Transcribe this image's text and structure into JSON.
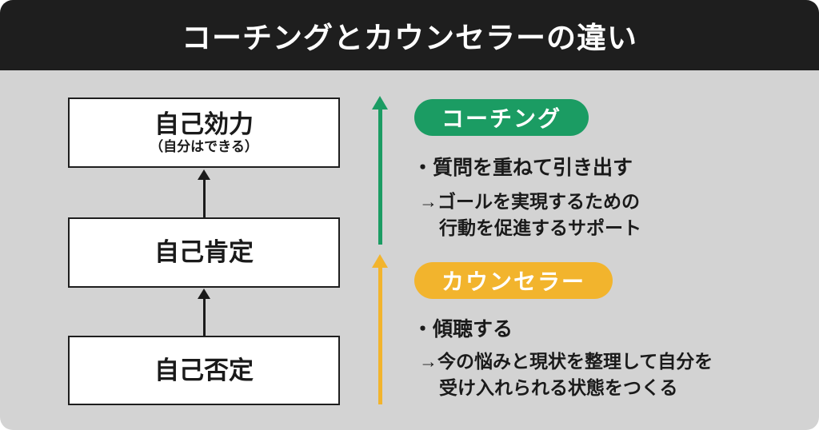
{
  "header": {
    "title": "コーチングとカウンセラーの違い"
  },
  "colors": {
    "header_bg": "#1e1e1e",
    "body_bg": "#d3d3d3",
    "coaching": "#1b9c63",
    "counselor": "#f2b42d"
  },
  "ladder": {
    "boxes": [
      {
        "label": "自己効力",
        "sub": "（自分はできる）"
      },
      {
        "label": "自己肯定",
        "sub": ""
      },
      {
        "label": "自己否定",
        "sub": ""
      }
    ]
  },
  "coaching": {
    "badge": "コーチング",
    "bullet": "・質問を重ねて引き出す",
    "note_line1": "→ゴールを実現するための",
    "note_line2": "行動を促進するサポート"
  },
  "counselor": {
    "badge": "カウンセラー",
    "bullet": "・傾聴する",
    "note_line1": "→今の悩みと現状を整理して自分を",
    "note_line2": "受け入れられる状態をつくる"
  }
}
